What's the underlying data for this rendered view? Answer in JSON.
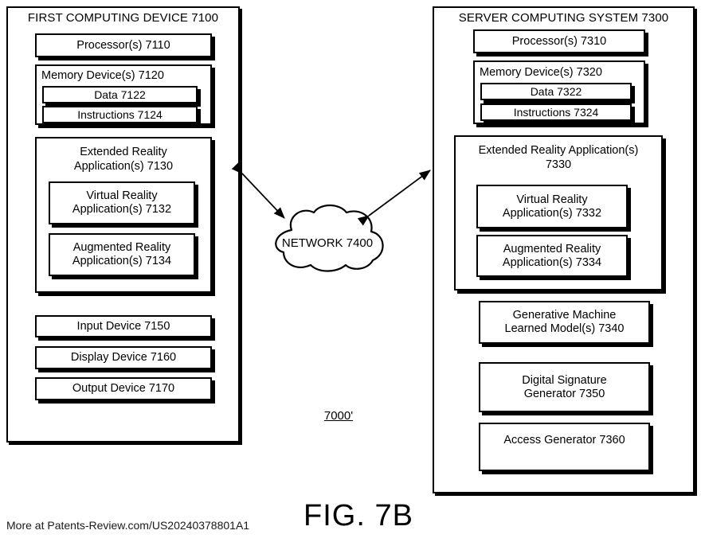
{
  "figure": {
    "label": "FIG. 7B",
    "system_reference": "7000'",
    "watermark": "More at Patents-Review.com/US20240378801A1"
  },
  "first_device": {
    "title": "FIRST COMPUTING DEVICE 7100",
    "processor": "Processor(s) 7110",
    "memory": {
      "title": "Memory Device(s) 7120",
      "data": "Data 7122",
      "instructions": "Instructions 7124"
    },
    "extended_reality": {
      "title_line1": "Extended Reality",
      "title_line2": "Application(s) 7130",
      "virtual_line1": "Virtual Reality",
      "virtual_line2": "Application(s) 7132",
      "augmented_line1": "Augmented Reality",
      "augmented_line2": "Application(s) 7134"
    },
    "input_device": "Input Device 7150",
    "display_device": "Display Device 7160",
    "output_device": "Output Device 7170"
  },
  "server_system": {
    "title": "SERVER COMPUTING SYSTEM 7300",
    "processor": "Processor(s) 7310",
    "memory": {
      "title": "Memory Device(s) 7320",
      "data": "Data 7322",
      "instructions": "Instructions 7324"
    },
    "extended_reality": {
      "title_line1": "Extended Reality Application(s)",
      "title_line2": "7330",
      "virtual_line1": "Virtual Reality",
      "virtual_line2": "Application(s) 7332",
      "augmented_line1": "Augmented Reality",
      "augmented_line2": "Application(s) 7334"
    },
    "generative_model_line1": "Generative Machine",
    "generative_model_line2": "Learned Model(s) 7340",
    "digital_signature_line1": "Digital Signature",
    "digital_signature_line2": "Generator 7350",
    "access_generator": "Access Generator 7360"
  },
  "network": {
    "label": "NETWORK 7400"
  },
  "colors": {
    "line": "#000000",
    "fill": "#ffffff"
  }
}
